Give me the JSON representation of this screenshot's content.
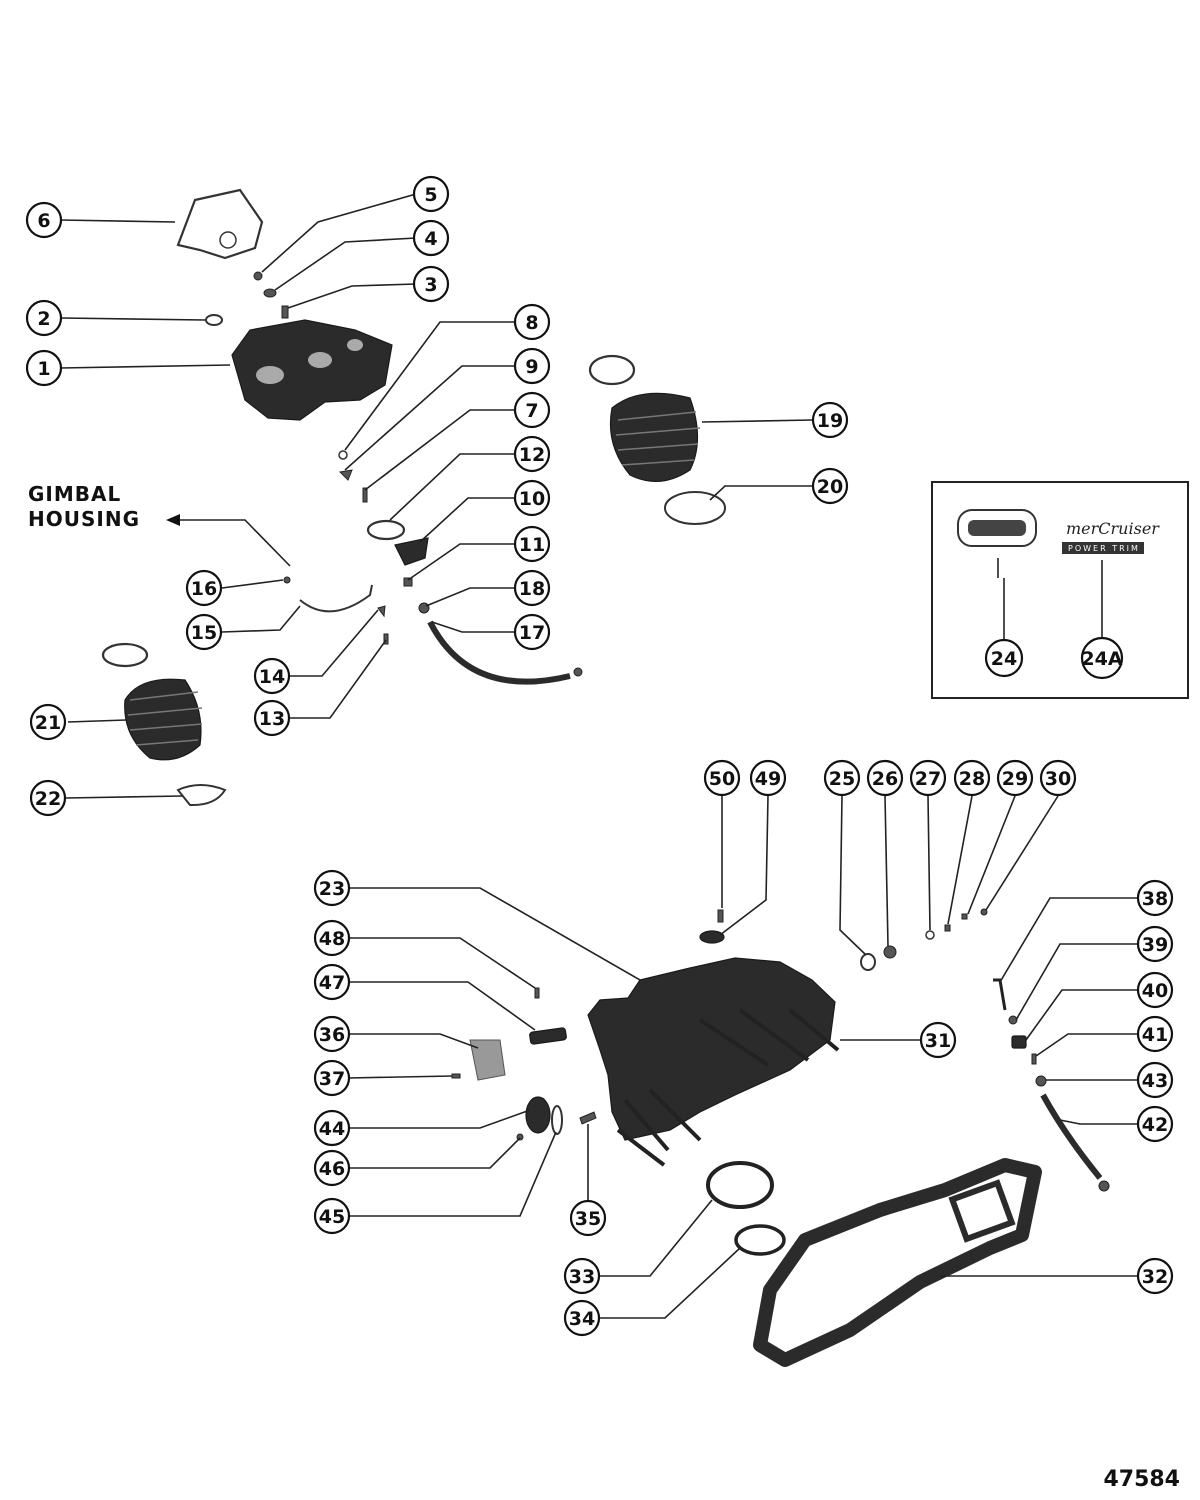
{
  "callouts": {
    "c1": "1",
    "c2": "2",
    "c3": "3",
    "c4": "4",
    "c5": "5",
    "c6": "6",
    "c7": "7",
    "c8": "8",
    "c9": "9",
    "c10": "10",
    "c11": "11",
    "c12": "12",
    "c13": "13",
    "c14": "14",
    "c15": "15",
    "c16": "16",
    "c17": "17",
    "c18": "18",
    "c19": "19",
    "c20": "20",
    "c21": "21",
    "c22": "22",
    "c23": "23",
    "c24": "24",
    "c24a": "24A",
    "c25": "25",
    "c26": "26",
    "c27": "27",
    "c28": "28",
    "c29": "29",
    "c30": "30",
    "c31": "31",
    "c32": "32",
    "c33": "33",
    "c34": "34",
    "c35": "35",
    "c36": "36",
    "c37": "37",
    "c38": "38",
    "c39": "39",
    "c40": "40",
    "c41": "41",
    "c42": "42",
    "c43": "43",
    "c44": "44",
    "c45": "45",
    "c46": "46",
    "c47": "47",
    "c48": "48",
    "c49": "49",
    "c50": "50"
  },
  "gimbal_label": {
    "line1": "GIMBAL",
    "line2": "HOUSING"
  },
  "inset": {
    "logo2_word": "merCruiser",
    "logo2_sub": "POWER TRIM"
  },
  "drawing_number": "47584"
}
